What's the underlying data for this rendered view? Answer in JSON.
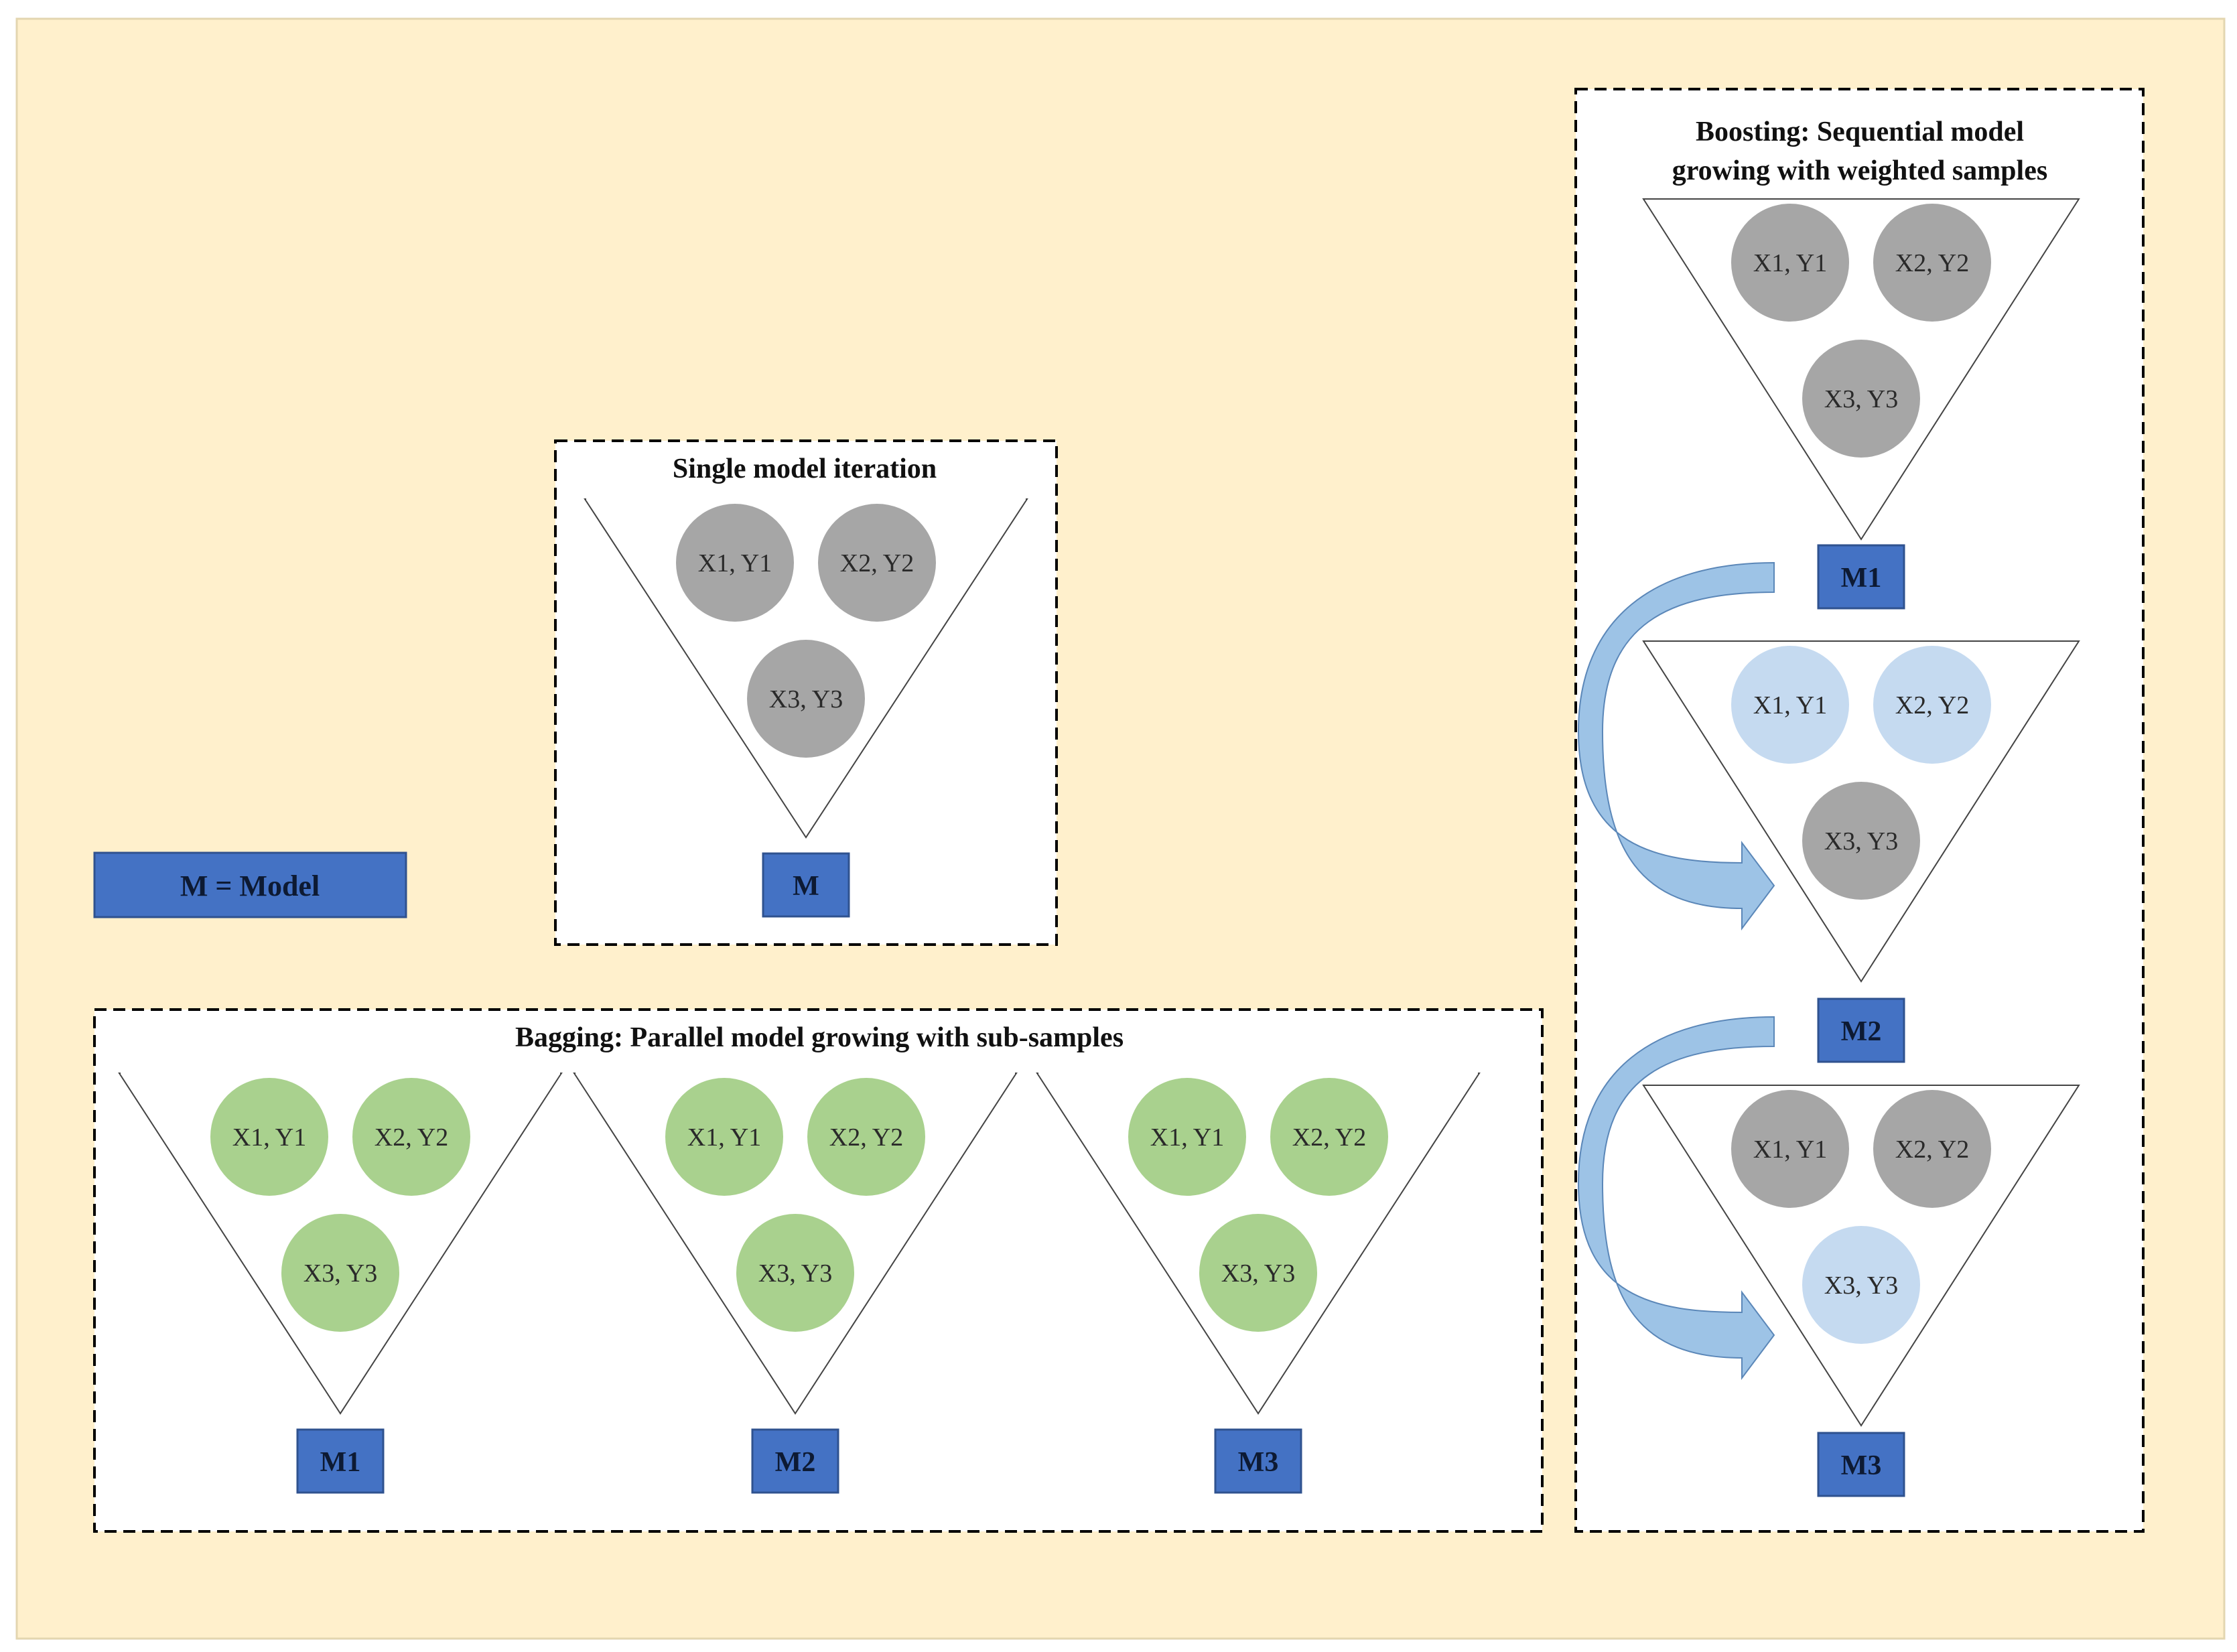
{
  "colors": {
    "background": "#fff0cc",
    "panel": "#ffffff",
    "gray_node": "#a6a6a6",
    "green_node": "#a9d18e",
    "light_blue_node": "#c5daf0",
    "model_box": "#4472c4",
    "arrow": "#9dc3e6"
  },
  "legend": {
    "label": "M = Model"
  },
  "single": {
    "title": "Single model iteration",
    "nodes": [
      "X1, Y1",
      "X2, Y2",
      "X3, Y3"
    ],
    "node_colors": [
      "gray",
      "gray",
      "gray"
    ],
    "model": "M"
  },
  "bagging": {
    "title": "Bagging: Parallel model growing with sub-samples",
    "groups": [
      {
        "nodes": [
          "X1, Y1",
          "X2, Y2",
          "X3, Y3"
        ],
        "node_colors": [
          "green",
          "green",
          "green"
        ],
        "model": "M1"
      },
      {
        "nodes": [
          "X1, Y1",
          "X2, Y2",
          "X3, Y3"
        ],
        "node_colors": [
          "green",
          "green",
          "green"
        ],
        "model": "M2"
      },
      {
        "nodes": [
          "X1, Y1",
          "X2, Y2",
          "X3, Y3"
        ],
        "node_colors": [
          "green",
          "green",
          "green"
        ],
        "model": "M3"
      }
    ]
  },
  "boosting": {
    "title_line1": "Boosting: Sequential model",
    "title_line2": "growing with weighted samples",
    "groups": [
      {
        "nodes": [
          "X1, Y1",
          "X2, Y2",
          "X3, Y3"
        ],
        "node_colors": [
          "gray",
          "gray",
          "gray"
        ],
        "model": "M1"
      },
      {
        "nodes": [
          "X1, Y1",
          "X2, Y2",
          "X3, Y3"
        ],
        "node_colors": [
          "light_blue",
          "light_blue",
          "gray"
        ],
        "model": "M2"
      },
      {
        "nodes": [
          "X1, Y1",
          "X2, Y2",
          "X3, Y3"
        ],
        "node_colors": [
          "gray",
          "gray",
          "light_blue"
        ],
        "model": "M3"
      }
    ]
  }
}
